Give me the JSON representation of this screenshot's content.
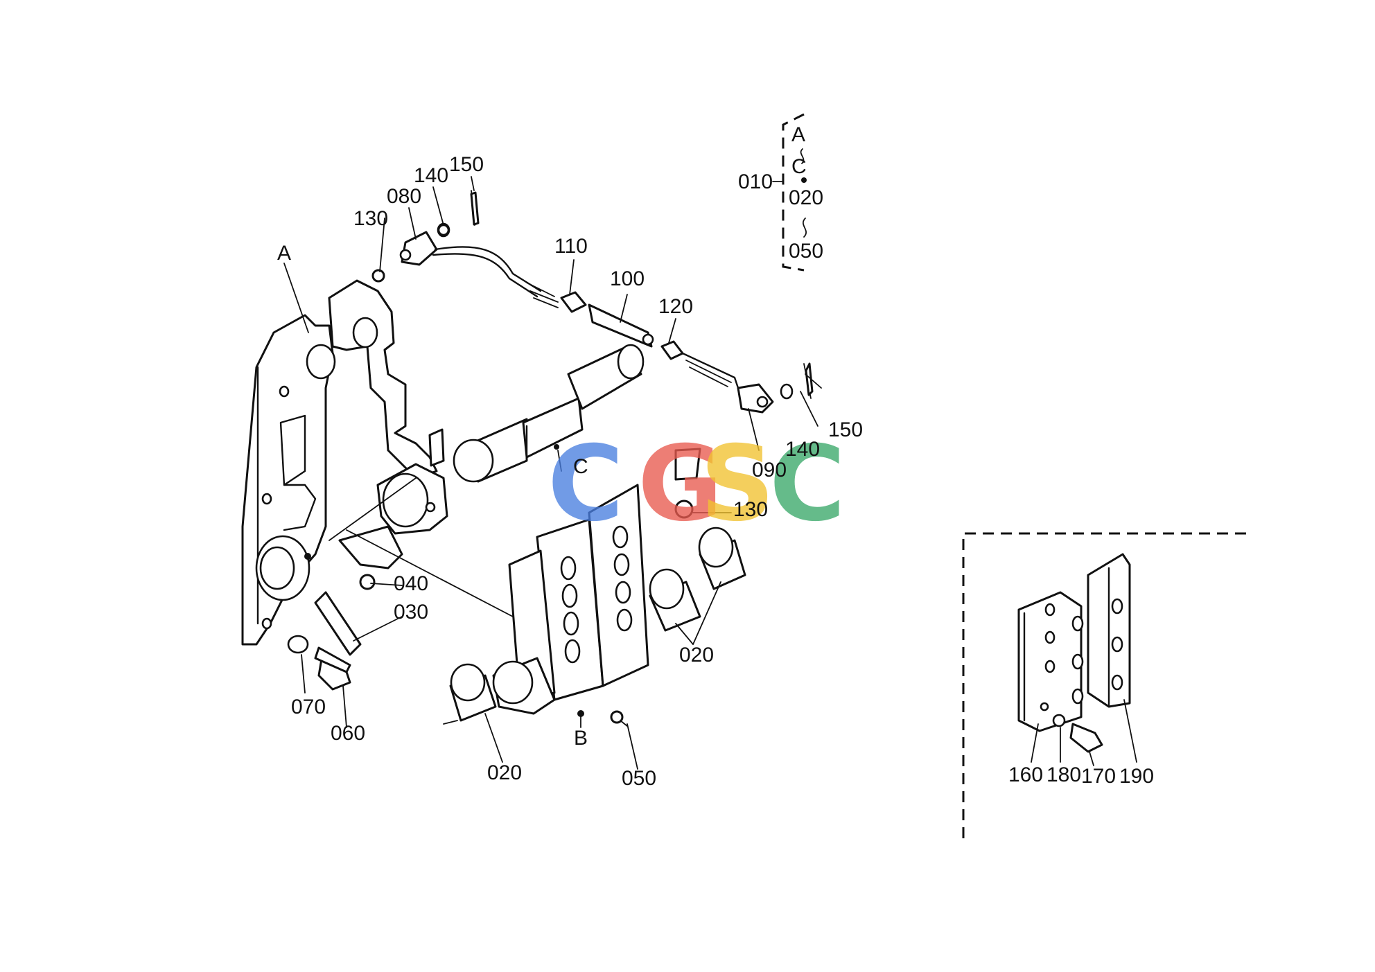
{
  "callouts": {
    "p010": "010",
    "p020_a": "020",
    "p020_b": "020",
    "p020_c": "020",
    "p030": "030",
    "p040": "040",
    "p050_a": "050",
    "p050_b": "050",
    "p060": "060",
    "p070": "070",
    "p080": "080",
    "p090": "090",
    "p100": "100",
    "p110": "110",
    "p120": "120",
    "p130_a": "130",
    "p130_b": "130",
    "p140_a": "140",
    "p140_b": "140",
    "p150_a": "150",
    "p150_b": "150",
    "p160": "160",
    "p170": "170",
    "p180": "180",
    "p190": "190"
  },
  "letters": {
    "A": "A",
    "B": "B",
    "C": "C",
    "group_A": "A",
    "group_C": "C"
  },
  "watermark": {
    "letters": [
      "C",
      "G",
      "S",
      "C"
    ],
    "colors": [
      "#4a7fe0",
      "#e85a4f",
      "#f2c230",
      "#3aa86a"
    ]
  }
}
